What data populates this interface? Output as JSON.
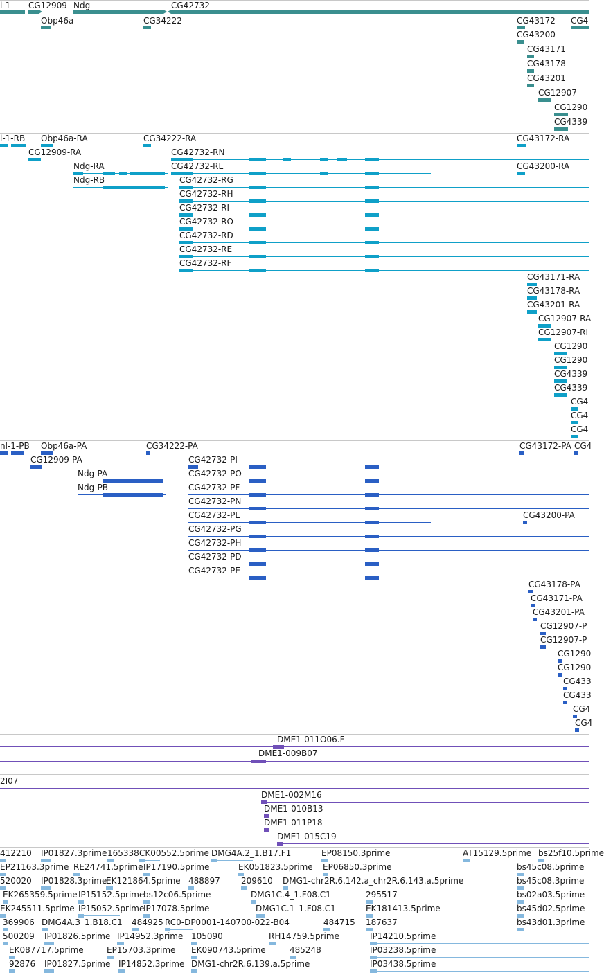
{
  "colors": {
    "track1": "#3a8f8f",
    "track2": "#0fa0c8",
    "track3": "#2a5fc4",
    "track4": "#7050b8",
    "track5": "#85b8de",
    "separator": "#c8c8c8",
    "text": "#1a1a1a",
    "background": "#ffffff"
  },
  "track1": {
    "labels": [
      "l-1",
      "CG12909",
      "Ndg",
      "CG42732",
      "Obp46a",
      "CG34222",
      "CG43172",
      "CG4",
      "CG43200",
      "CG43171",
      "CG43178",
      "CG43201",
      "CG12907",
      "CG1290",
      "CG4339"
    ]
  },
  "track2": {
    "labels": [
      "l-1-RB",
      "Obp46a-RA",
      "CG34222-RA",
      "CG43172-RA",
      "CG12909-RA",
      "CG42732-RN",
      "Ndg-RA",
      "CG42732-RL",
      "CG43200-RA",
      "Ndg-RB",
      "CG42732-RG",
      "CG42732-RH",
      "CG42732-RI",
      "CG42732-RO",
      "CG42732-RD",
      "CG42732-RE",
      "CG42732-RF",
      "CG43171-RA",
      "CG43178-RA",
      "CG43201-RA",
      "CG12907-RA",
      "CG12907-RI",
      "CG1290",
      "CG1290",
      "CG4339",
      "CG4339",
      "CG4",
      "CG4",
      "CG4"
    ]
  },
  "track3": {
    "labels": [
      "nl-1-PB",
      "Obp46a-PA",
      "CG34222-PA",
      "CG43172-PA",
      "CG4",
      "CG12909-PA",
      "CG42732-PI",
      "Ndg-PA",
      "CG42732-PO",
      "Ndg-PB",
      "CG42732-PF",
      "CG42732-PN",
      "CG42732-PL",
      "CG43200-PA",
      "CG42732-PG",
      "CG42732-PH",
      "CG42732-PD",
      "CG42732-PE",
      "CG43178-PA",
      "CG43171-PA",
      "CG43201-PA",
      "CG12907-P",
      "CG12907-P",
      "CG1290",
      "CG1290",
      "CG433",
      "CG433",
      "CG4",
      "CG4"
    ]
  },
  "track4": {
    "labels": [
      "DME1-011O06.F",
      "DME1-009B07"
    ]
  },
  "track4b": {
    "labels": [
      "2I07"
    ]
  },
  "track4c": {
    "labels": [
      "DME1-002M16",
      "DME1-010B13",
      "DME1-011P18",
      "DME1-015C19"
    ]
  },
  "track5": {
    "labels": [
      "412210",
      "IP01827.3prime",
      "165338",
      "CK00552.5prime",
      "DMG4A.2_1.B17.F1",
      "EP08150.3prime",
      "AT15129.5prime",
      "bs25f10.5prime",
      "EP21163.3prime",
      "RE24741.5prime",
      "IP17190.5prime",
      "EK051823.5prime",
      "EP06850.3prime",
      "bs45c08.5prime",
      "520020",
      "IP01828.3prime",
      "EK121864.5prime",
      "488897",
      "209610",
      "DMG1-chr2R.6.142.a_chr2R.6.143.a.5prime",
      "bs45c08.3prime",
      "EK265359.5prime",
      "IP15152.5prime",
      "bs12c06.5prime",
      "DMG1C.4_1.F08.C1",
      "295517",
      "bs02a03.5prime",
      "EK245511.5prime",
      "IP15052.5prime",
      "IP17078.5prime",
      "DMG1C.1_1.F08.C1",
      "EK181413.5prime",
      "bs45d02.5prime",
      "369906",
      "DMG4A.3_1.B18.C1",
      "484925",
      "RC0-DP0001-140700-022-B04",
      "484715",
      "187637",
      "bs43d01.3prime",
      "500209",
      "IP01826.5prime",
      "IP14952.3prime",
      "105090",
      "RH14759.5prime",
      "IP14210.5prime",
      "EK087717.5prime",
      "EP15703.3prime",
      "EK090743.5prime",
      "485248",
      "IP03238.5prime",
      "92876",
      "IP01827.5prime",
      "IP14852.3prime",
      "DMG1-chr2R.6.139.a.5prime",
      "IP03438.5prime"
    ]
  }
}
